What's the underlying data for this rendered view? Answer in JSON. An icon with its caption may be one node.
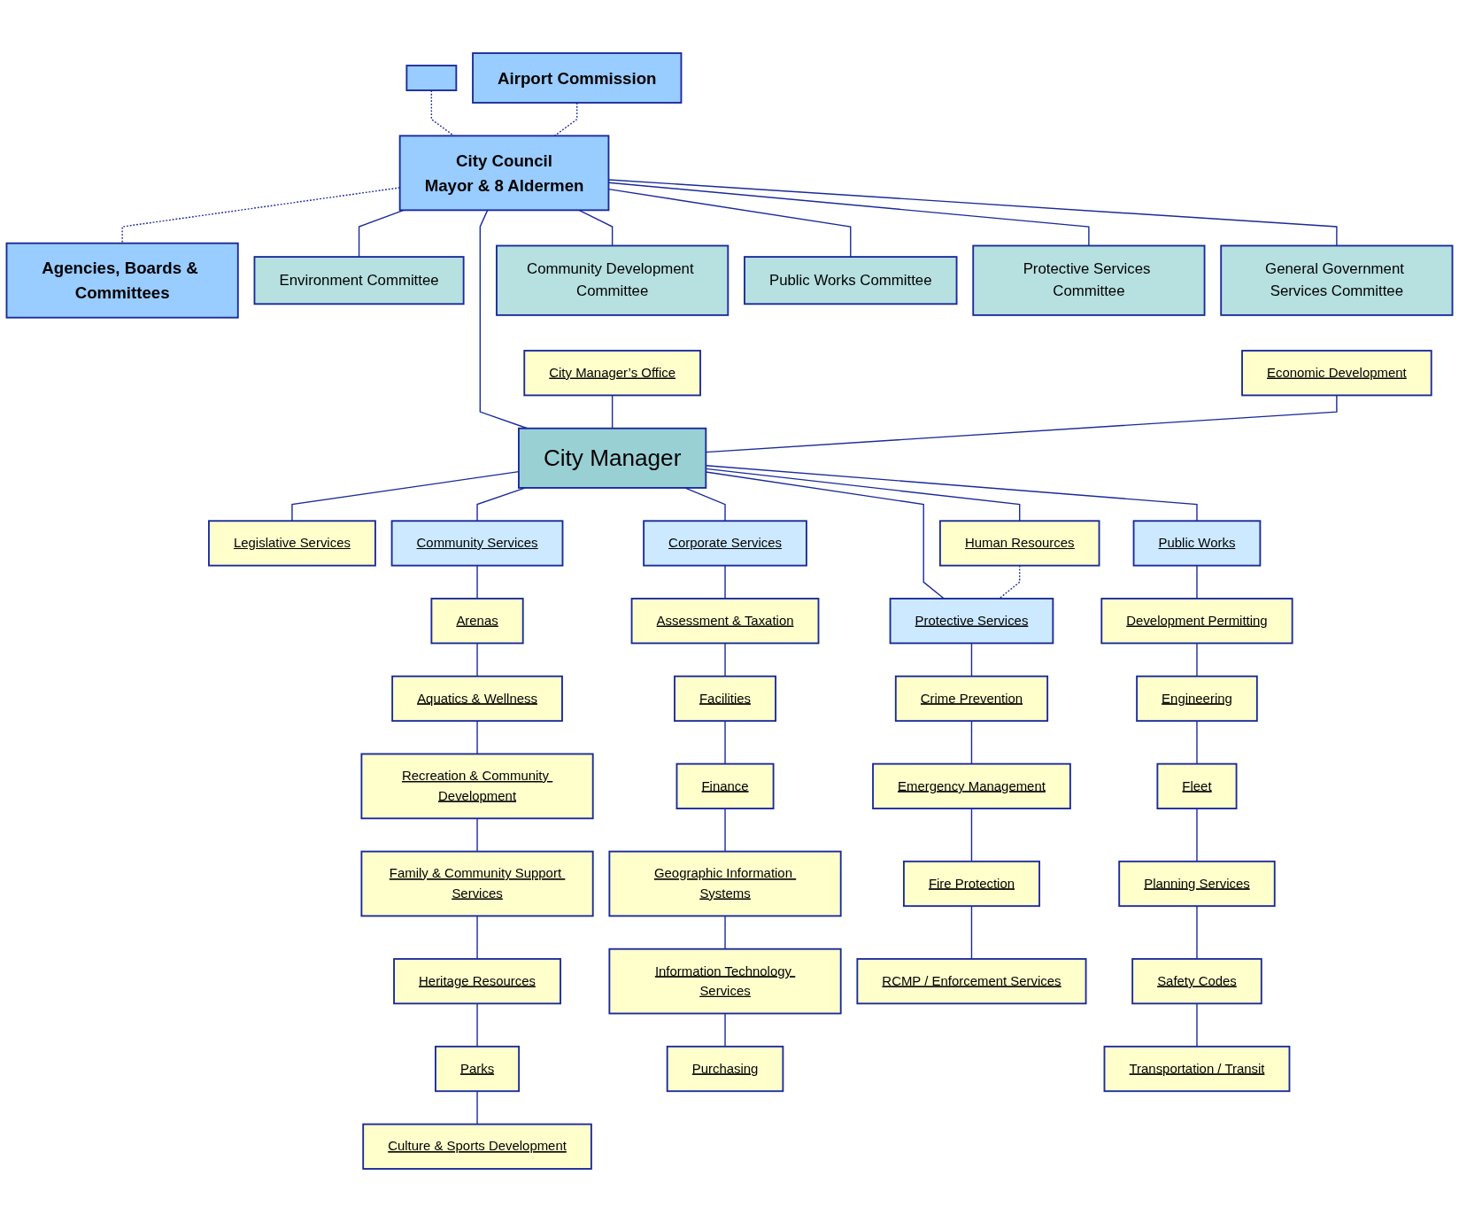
{
  "diagram": {
    "nodes": [
      {
        "text": [],
        "shape": "box"
      },
      {
        "text": [
          "Airport Commission"
        ]
      },
      {
        "text": [
          "City Council",
          "Mayor & 8 Aldermen"
        ]
      },
      {
        "text": [
          "Agencies, Boards & Committees"
        ]
      },
      {
        "text": [
          "Environment Committee"
        ]
      },
      {
        "text": [
          "Community Development Committee"
        ]
      },
      {
        "text": [
          "General Government Services Committee"
        ]
      },
      {
        "text": [
          "Public Works Committee"
        ]
      },
      {
        "text": [
          "Protective Services Committee"
        ]
      },
      {
        "text": [
          "City Manager’s Office"
        ]
      },
      {
        "text": [
          "Economic Development"
        ]
      },
      {
        "text": [
          "City Manager"
        ]
      },
      {
        "text": [
          "Legislative Services"
        ]
      },
      {
        "text": [
          "Human Resources"
        ]
      },
      {
        "text": [
          "Community Services"
        ]
      },
      {
        "text": [
          "Arenas"
        ]
      },
      {
        "text": [
          "Aquatics & Wellness"
        ]
      },
      {
        "text": [
          "Recreation & Community Development"
        ]
      },
      {
        "text": [
          "Family & Community Support Services"
        ]
      },
      {
        "text": [
          "Heritage Resources"
        ]
      },
      {
        "text": [
          "Parks"
        ]
      },
      {
        "text": [
          "Culture & Sports Development"
        ]
      },
      {
        "text": [
          "Corporate Services"
        ]
      },
      {
        "text": [
          "Assessment & Taxation"
        ]
      },
      {
        "text": [
          "Facilities"
        ]
      },
      {
        "text": [
          "Finance"
        ]
      },
      {
        "text": [
          "Geographic Information Systems"
        ]
      },
      {
        "text": [
          "Information Technology Services"
        ]
      },
      {
        "text": [
          "Purchasing"
        ]
      },
      {
        "text": [
          "Protective Services"
        ]
      },
      {
        "text": [
          "Crime Prevention"
        ]
      },
      {
        "text": [
          "Emergency Management"
        ]
      },
      {
        "text": [
          "Fire Protection"
        ]
      },
      {
        "text": [
          "RCMP / Enforcement Services"
        ]
      },
      {
        "text": [
          "Public Works"
        ]
      },
      {
        "text": [
          "Development Permitting"
        ]
      },
      {
        "text": [
          "Engineering"
        ]
      },
      {
        "text": [
          "Fleet"
        ]
      },
      {
        "text": [
          "Planning Services"
        ]
      },
      {
        "text": [
          "Safety Codes"
        ]
      },
      {
        "text": [
          "Transportation / Transit"
        ]
      }
    ],
    "edges": [
      {
        "from": 0,
        "to": 2,
        "arrow": "none",
        "style": "dashed"
      },
      {
        "from": 1,
        "to": 2,
        "arrow": "none",
        "style": "dashed"
      },
      {
        "from": 2,
        "to": 3,
        "arrow": "none",
        "style": "dashed"
      },
      {
        "from": 2,
        "to": 4,
        "arrow": "none"
      },
      {
        "from": 2,
        "to": 5,
        "arrow": "none"
      },
      {
        "from": 2,
        "to": 6,
        "arrow": "none"
      },
      {
        "from": 2,
        "to": 7,
        "arrow": "none"
      },
      {
        "from": 2,
        "to": 8,
        "arrow": "none"
      },
      {
        "from": 2,
        "to": 11,
        "arrow": "none"
      },
      {
        "from": 9,
        "to": 11,
        "arrow": "none"
      },
      {
        "from": 10,
        "to": 11,
        "arrow": "none"
      },
      {
        "from": 11,
        "to": 12,
        "arrow": "none"
      },
      {
        "from": 11,
        "to": 13,
        "arrow": "none"
      },
      {
        "from": 11,
        "to": 14,
        "arrow": "none"
      },
      {
        "from": 11,
        "to": 22,
        "arrow": "none"
      },
      {
        "from": 11,
        "to": 29,
        "arrow": "none"
      },
      {
        "from": 11,
        "to": 34,
        "arrow": "none"
      },
      {
        "from": 13,
        "to": 29,
        "arrow": "none",
        "style": "dashed"
      },
      {
        "from": 14,
        "to": 15,
        "arrow": "none"
      },
      {
        "from": 15,
        "to": 16,
        "arrow": "none"
      },
      {
        "from": 16,
        "to": 17,
        "arrow": "none"
      },
      {
        "from": 17,
        "to": 18,
        "arrow": "none"
      },
      {
        "from": 18,
        "to": 19,
        "arrow": "none"
      },
      {
        "from": 19,
        "to": 20,
        "arrow": "none"
      },
      {
        "from": 20,
        "to": 21,
        "arrow": "none"
      },
      {
        "from": 22,
        "to": 23,
        "arrow": "none"
      },
      {
        "from": 23,
        "to": 24,
        "arrow": "none"
      },
      {
        "from": 24,
        "to": 25,
        "arrow": "none"
      },
      {
        "from": 25,
        "to": 26,
        "arrow": "none"
      },
      {
        "from": 26,
        "to": 27,
        "arrow": "none"
      },
      {
        "from": 27,
        "to": 28,
        "arrow": "none"
      },
      {
        "from": 29,
        "to": 30,
        "arrow": "none"
      },
      {
        "from": 30,
        "to": 31,
        "arrow": "none"
      },
      {
        "from": 31,
        "to": 32,
        "arrow": "none"
      },
      {
        "from": 32,
        "to": 33,
        "arrow": "none"
      },
      {
        "from": 34,
        "to": 35,
        "arrow": "none"
      },
      {
        "from": 35,
        "to": 36,
        "arrow": "none"
      },
      {
        "from": 36,
        "to": 37,
        "arrow": "none"
      },
      {
        "from": 37,
        "to": 38,
        "arrow": "none"
      },
      {
        "from": 38,
        "to": 39,
        "arrow": "none"
      },
      {
        "from": 39,
        "to": 40,
        "arrow": "none"
      }
    ]
  }
}
